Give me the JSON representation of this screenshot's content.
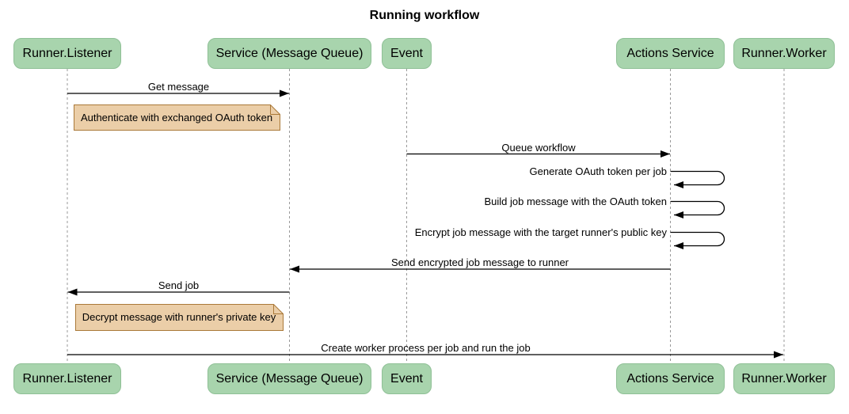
{
  "title": "Running workflow",
  "participants": [
    {
      "label": "Runner.Listener"
    },
    {
      "label": "Service (Message Queue)"
    },
    {
      "label": "Event"
    },
    {
      "label": "Actions Service"
    },
    {
      "label": "Runner.Worker"
    }
  ],
  "messages": [
    {
      "label": "Get message",
      "from": "Runner.Listener",
      "to": "Service (Message Queue)",
      "type": "arrow"
    },
    {
      "label": "Queue workflow",
      "from": "Event",
      "to": "Actions Service",
      "type": "arrow"
    },
    {
      "label": "Generate OAuth token per job",
      "from": "Actions Service",
      "to": "Actions Service",
      "type": "self"
    },
    {
      "label": "Build job message with the OAuth token",
      "from": "Actions Service",
      "to": "Actions Service",
      "type": "self"
    },
    {
      "label": "Encrypt job message with the target runner's public key",
      "from": "Actions Service",
      "to": "Actions Service",
      "type": "self"
    },
    {
      "label": "Send encrypted job message to runner",
      "from": "Actions Service",
      "to": "Service (Message Queue)",
      "type": "arrow"
    },
    {
      "label": "Send job",
      "from": "Service (Message Queue)",
      "to": "Runner.Listener",
      "type": "arrow"
    },
    {
      "label": "Create worker process per job and run the job",
      "from": "Runner.Listener",
      "to": "Runner.Worker",
      "type": "arrow"
    }
  ],
  "notes": [
    {
      "label": "Authenticate with exchanged OAuth token",
      "position": "right of Runner.Listener"
    },
    {
      "label": "Decrypt message with runner's private key",
      "position": "right of Runner.Listener"
    }
  ],
  "colors": {
    "participant_fill": "#A8D4AD",
    "participant_border": "#8FC096",
    "note_fill": "#EBCEA8",
    "note_border": "#AA7939",
    "lifeline": "#999999",
    "arrow": "#000000",
    "text": "#000000",
    "background": "#FFFFFF"
  }
}
